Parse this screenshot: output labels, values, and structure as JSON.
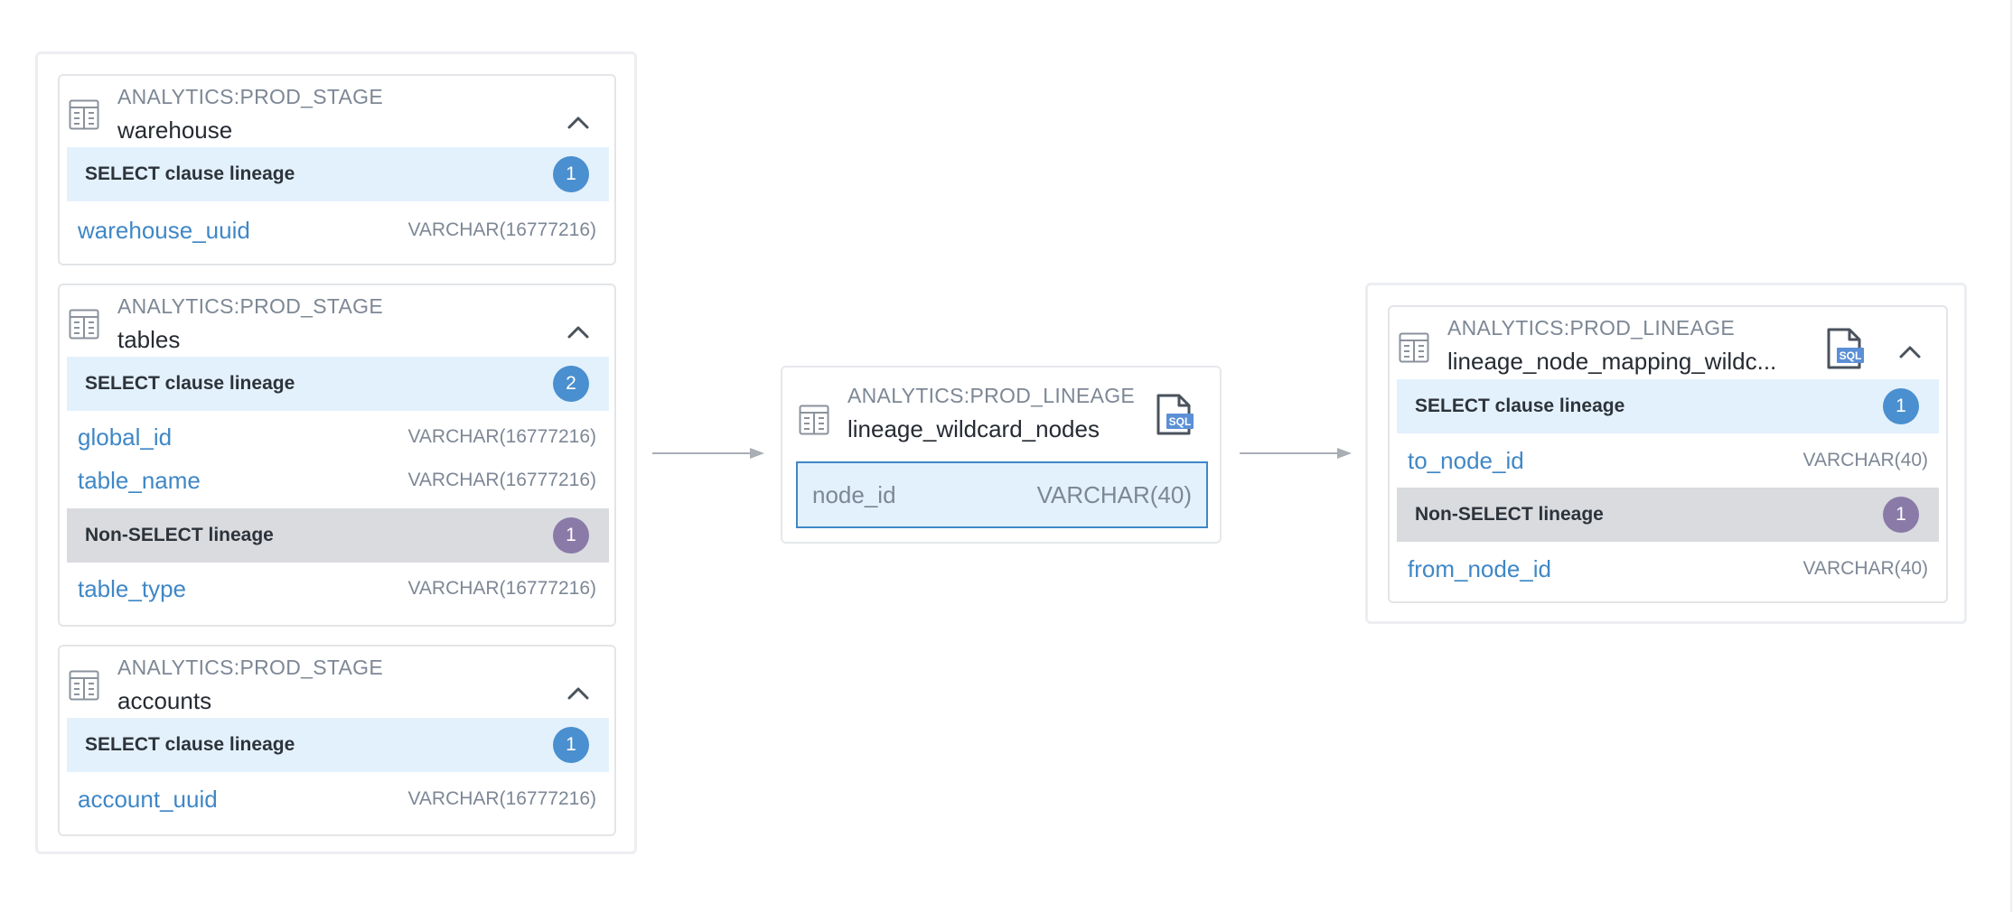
{
  "groups": {
    "source": {
      "cards": [
        {
          "schema": "ANALYTICS:PROD_STAGE",
          "name": "warehouse",
          "sections": [
            {
              "label": "SELECT clause lineage",
              "count": "1",
              "columns": [
                {
                  "name": "warehouse_uuid",
                  "type": "VARCHAR(16777216)"
                }
              ]
            }
          ]
        },
        {
          "schema": "ANALYTICS:PROD_STAGE",
          "name": "tables",
          "sections": [
            {
              "label": "SELECT clause lineage",
              "count": "2",
              "columns": [
                {
                  "name": "global_id",
                  "type": "VARCHAR(16777216)"
                },
                {
                  "name": "table_name",
                  "type": "VARCHAR(16777216)"
                }
              ]
            },
            {
              "label": "Non-SELECT lineage",
              "count": "1",
              "columns": [
                {
                  "name": "table_type",
                  "type": "VARCHAR(16777216)"
                }
              ]
            }
          ]
        },
        {
          "schema": "ANALYTICS:PROD_STAGE",
          "name": "accounts",
          "sections": [
            {
              "label": "SELECT clause lineage",
              "count": "1",
              "columns": [
                {
                  "name": "account_uuid",
                  "type": "VARCHAR(16777216)"
                }
              ]
            }
          ]
        }
      ]
    },
    "center": {
      "schema": "ANALYTICS:PROD_LINEAGE",
      "name": "lineage_wildcard_nodes",
      "icon": "sql-file-icon",
      "selected_column": {
        "name": "node_id",
        "type": "VARCHAR(40)"
      }
    },
    "target": {
      "cards": [
        {
          "schema": "ANALYTICS:PROD_LINEAGE",
          "name": "lineage_node_mapping_wildc...",
          "icon": "sql-file-icon",
          "sections": [
            {
              "label": "SELECT clause lineage",
              "count": "1",
              "columns": [
                {
                  "name": "to_node_id",
                  "type": "VARCHAR(40)"
                }
              ]
            },
            {
              "label": "Non-SELECT lineage",
              "count": "1",
              "columns": [
                {
                  "name": "from_node_id",
                  "type": "VARCHAR(40)"
                }
              ]
            }
          ]
        }
      ]
    }
  },
  "colors": {
    "accent_blue": "#3f87c6",
    "select_bg": "#e3f1fc",
    "nonselect_bg": "#d9dbde",
    "badge_blue": "#4a8fcf",
    "badge_purple": "#8a7aa8",
    "edge": "#a9aeb5"
  }
}
